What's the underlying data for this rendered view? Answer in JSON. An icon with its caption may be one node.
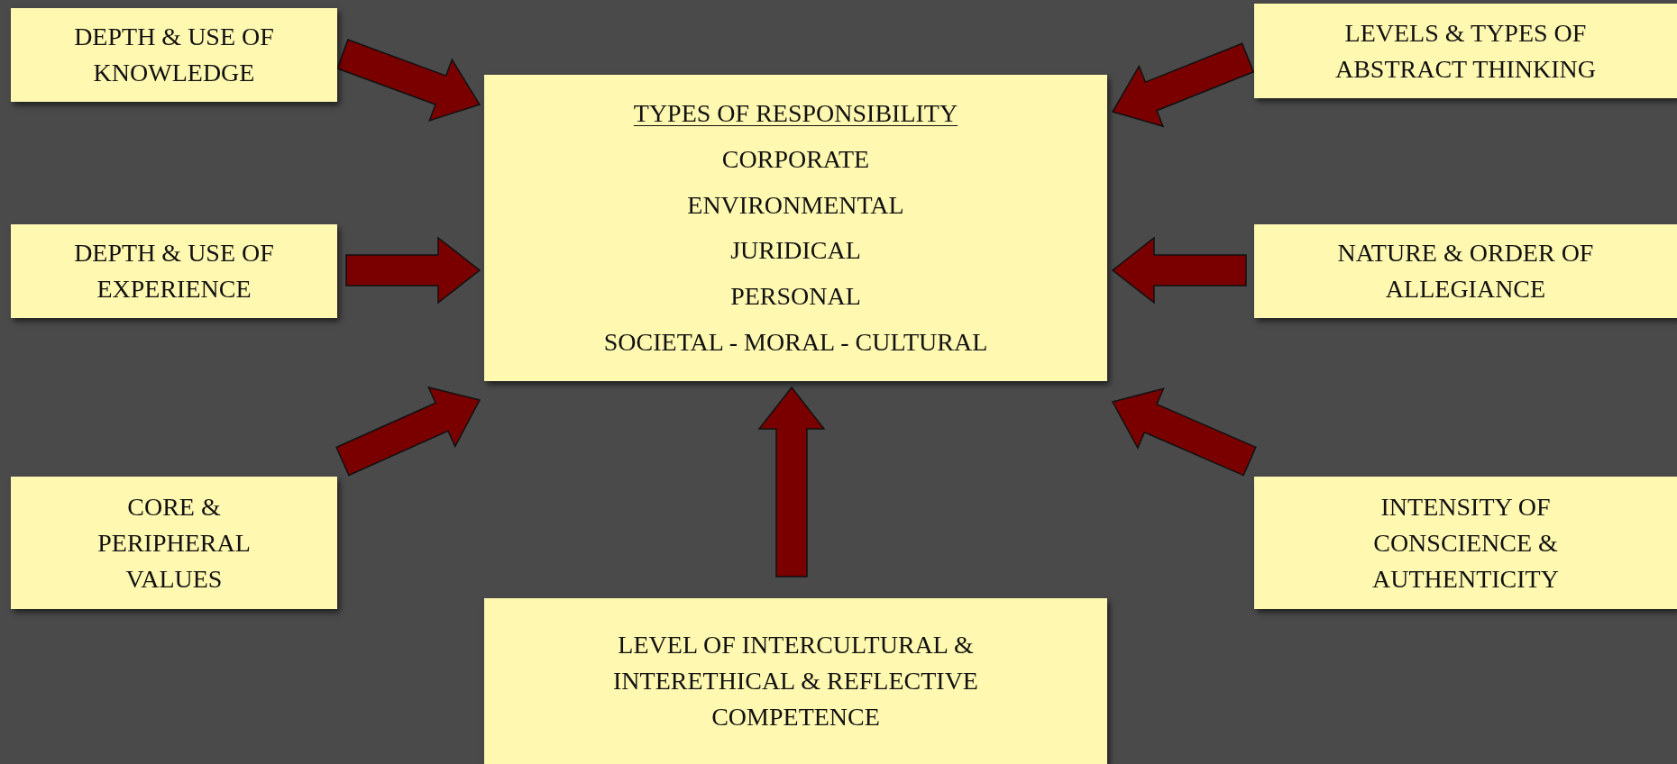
{
  "diagram": {
    "nodes": [
      {
        "text": [
          "DEPTH & USE OF KNOWLEDGE"
        ]
      },
      {
        "text": [
          "TYPES OF RESPONSIBILITY",
          "CORPORATE",
          "ENVIRONMENTAL",
          "JURIDICAL",
          "PERSONAL",
          "SOCIETAL - MORAL - CULTURAL"
        ]
      },
      {
        "text": [
          "LEVELS & TYPES OF ABSTRACT THINKING"
        ]
      },
      {
        "text": [
          "DEPTH & USE OF EXPERIENCE"
        ]
      },
      {
        "text": [
          "NATURE & ORDER OF ALLEGIANCE"
        ]
      },
      {
        "text": [
          "CORE & PERIPHERAL VALUES"
        ]
      },
      {
        "text": [
          "INTENSITY OF CONSCIENCE & AUTHENTICITY"
        ]
      },
      {
        "text": [
          "LEVEL OF INTERCULTURAL & INTERETHICAL & REFLECTIVE COMPETENCE"
        ]
      }
    ],
    "edges": [
      {
        "from": 0,
        "to": 1,
        "arrow": "to"
      },
      {
        "from": 2,
        "to": 1,
        "arrow": "to"
      },
      {
        "from": 3,
        "to": 1,
        "arrow": "to"
      },
      {
        "from": 4,
        "to": 1,
        "arrow": "to"
      },
      {
        "from": 5,
        "to": 1,
        "arrow": "to"
      },
      {
        "from": 6,
        "to": 1,
        "arrow": "to"
      },
      {
        "from": 7,
        "to": 1,
        "arrow": "to"
      }
    ]
  }
}
